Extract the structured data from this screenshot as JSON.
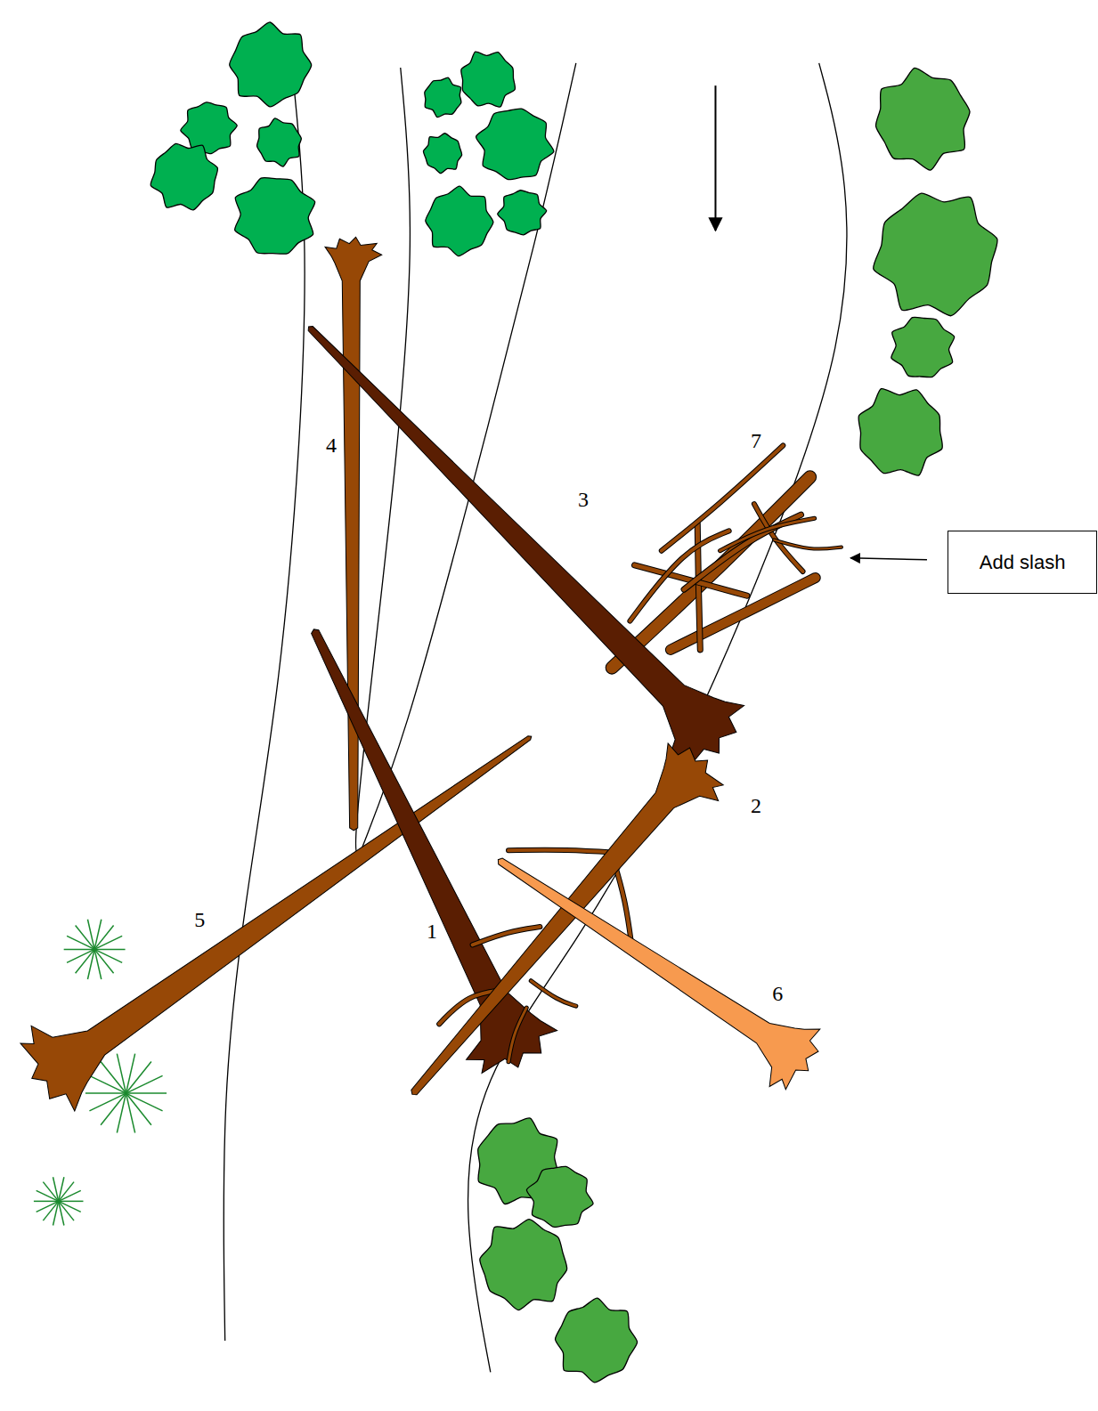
{
  "diagram": {
    "nodes": [
      {
        "text": [
          "Add slash"
        ]
      }
    ],
    "labels": [
      "4",
      "7",
      "3",
      "2",
      "5",
      "1",
      "6"
    ]
  }
}
